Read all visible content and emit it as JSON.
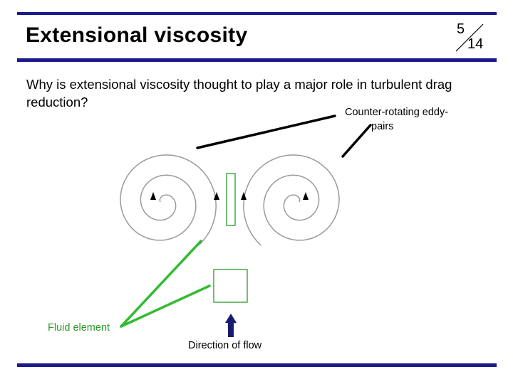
{
  "slide": {
    "title": "Extensional viscosity",
    "page_current": "5",
    "page_total": "14",
    "question": "Why is extensional viscosity thought to play a major role in turbulent drag reduction?"
  },
  "labels": {
    "eddy_line1": "Counter-rotating eddy-",
    "eddy_line2": "pairs",
    "fluid_element": "Fluid element",
    "direction_of_flow": "Direction of flow"
  },
  "colors": {
    "bar": "#1a1a8c",
    "spiral": "#9a9a9a",
    "fluid": "#2a9a2a",
    "flow_arrow": "#1a1a6e"
  }
}
